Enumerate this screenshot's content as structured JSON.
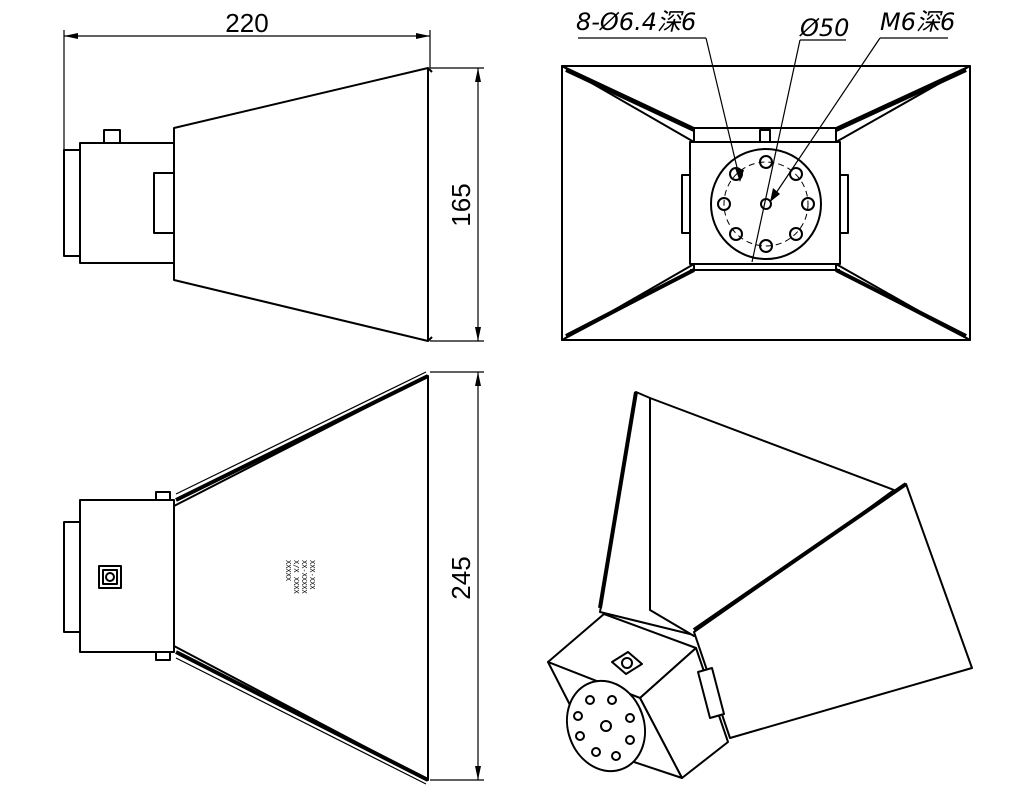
{
  "dimensions": {
    "length": "220",
    "side_height": "165",
    "top_width": "245"
  },
  "callouts": {
    "bolt_holes": "8-Ø6.4深6",
    "flange_diameter": "Ø50",
    "thread": "M6深6"
  },
  "nameplate_lines": [
    "XXX-XXX",
    "XX-XXXXX",
    "X/X XXXX",
    "XXXXX"
  ],
  "colors": {
    "line": "#000000",
    "background": "#ffffff"
  }
}
